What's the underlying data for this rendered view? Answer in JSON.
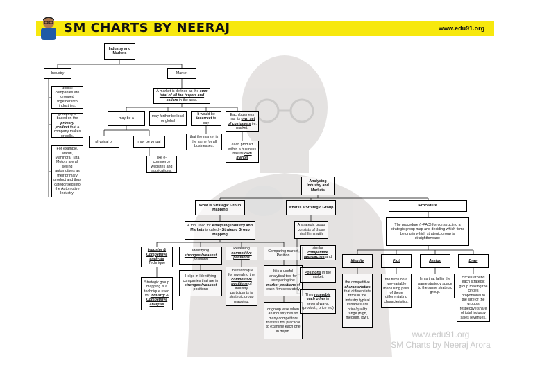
{
  "header": {
    "title": "SM CHARTS BY NEERAJ",
    "url": "www.edu91.org"
  },
  "watermark": {
    "line1": "www.edu91.org",
    "line2": "SM Charts by Neeraj Arora"
  },
  "top": {
    "root": "Industry and Markets",
    "industry": "Industry",
    "market": "Market",
    "industry_def1": "Similar companies are grouped together into industries.",
    "industry_def2": {
      "a": "grouping is based on the ",
      "b": "primary product",
      "c": " that a company makes or sells."
    },
    "industry_example": "For example, Maruti, Mahindra, Tata Motors are all selling automotives as their primary product and thus categorised into the Automotive Industry.",
    "market_def": {
      "a": "A market is defined as the ",
      "b": "sum total of all the buyers and sellers",
      "c": " in the area."
    },
    "may_be_a": "may be a",
    "further_local": "may further be local or global",
    "incorrect": {
      "a": "It would be ",
      "b": "incorrect",
      "c": " to say"
    },
    "incorrect_detail": "that the market is the same for all businesses.",
    "own_set": {
      "a": "Each business has its ",
      "b": "own set of customers",
      "c": " i.e. market."
    },
    "own_market": {
      "a": "each product within a business has its ",
      "b": "own market"
    },
    "physical": "physical or",
    "virtual": "may be virtual",
    "virtual_examples": "like e-commerce websites and applications."
  },
  "bottom": {
    "root": "Analysing Industry and Markets",
    "what_sgm": "What is Strategic Group Mapping",
    "what_sg": "What is a Strategic Group",
    "procedure": "Procedure",
    "tool": {
      "a": "A tool used for ",
      "b": "Analysing Industry and Markets",
      "c": " is called - ",
      "d": "Strategic Group Mapping"
    },
    "ica": {
      "a": "Industry & Competitive analysis",
      "b": " Technique"
    },
    "sgm_technique": {
      "a": "Strategic group mapping is a technique used for ",
      "b": "Industry & Competitive analysis"
    },
    "identifying": {
      "a": "Identifying ",
      "b": "strongest/weakest",
      "c": " positions"
    },
    "helps": {
      "a": "Helps in Identifying companies that are in ",
      "b": "strongest/weakest",
      "c": " positions"
    },
    "revealing": {
      "a": "Revealing ",
      "b": "competitive positions"
    },
    "revealing_detail": {
      "a": "One technique for revealing the ",
      "b": "competitive positions",
      "c": " of industry participants is strategic group mapping."
    },
    "comparing": "Comparing market Position",
    "useful_tool": {
      "a": "It is a useful analytical tool for comparing the ",
      "b": "market positions",
      "c": " of each firm separately"
    },
    "group_wise": "or group wise when an industry has so many competitors that it is not practical to examine each one in depth.",
    "sg_def": "A strategic group consists of those rival firms with",
    "similar": {
      "a": "similar ",
      "b": "competitive approaches",
      "c": " and"
    },
    "positions": {
      "a": "Positions",
      "b": " in the market."
    },
    "resemble": {
      "a": "They ",
      "b": "resemble each other",
      "c": " in several ways. (product , price etc)"
    },
    "proc_def": "The procedure (I-PAD) for constructing a strategic group map and deciding which firms belong in which strategic group is straightforward:",
    "steps": [
      "Identify",
      "Plot",
      "Assign",
      "Draw"
    ],
    "identify_detail": {
      "a": "the competitive ",
      "b": "characteristics",
      "c": " that differentiate firms in the industry typical variables are price/quality range (high, medium, low),"
    },
    "plot_detail": "the firms on a two-variable map using pairs of these differentiating characteristics.",
    "assign_detail": "firms that fall in the same strategy space to the same strategic group.",
    "draw_detail": "circles around each strategic group making the circles proportional to the size of the group's respective share of total industry sales revenues."
  },
  "colors": {
    "banner": "#f7e80e",
    "watermark_text": "#c9c9c9"
  }
}
